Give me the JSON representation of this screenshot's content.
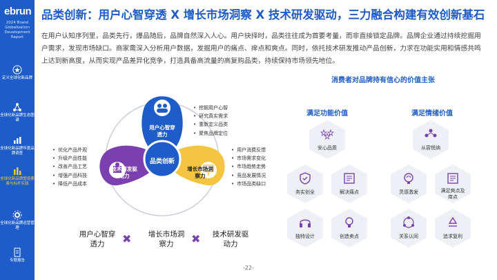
{
  "sidebar": {
    "logo": "ebrun",
    "report_subtitle": "2024 Brand Globalization Development Report",
    "items": [
      {
        "label": "定义全球化新品牌"
      },
      {
        "label": "全球化新品牌生态图谱"
      },
      {
        "label": "全球化新品牌年度品牌调查"
      },
      {
        "label": "全球化新品牌塑造要素与标杆实践"
      },
      {
        "label": "全球化新品牌运营管理"
      },
      {
        "label": "专题报告"
      }
    ]
  },
  "header": {
    "title": "品类创新：用户心智穿透 X 增长市场洞察 X 技术研发驱动，三力融合构建有效创新基石"
  },
  "intro": "在用户认知序列里，品类先行，爆品随后，品牌自然深入人心。用户抉择时，品类往往成为首要考量，而非直接锁定品牌。品牌企业通过持续挖掘用户需求，发现市场缺口。商家需深入分析用户数据，发掘用户的痛点、痒点和爽点。同时，依托技术研发推动产品创新，力求在功能实用和情感共鸣上达到新高度，从而实现产品差异化竞争，打造具备高流量的高复购品类，持续保持市场领先地位。",
  "diagram": {
    "center": "品类创新",
    "top": {
      "label": "用户心智穿透力",
      "points": [
        "挖掘用户心智",
        "研究真实需求",
        "重新定义品类",
        "聚焦品牌定位"
      ]
    },
    "left": {
      "label": "技术研发驱动力",
      "points": [
        "优化产品外观",
        "升级产品性能",
        "改善产品工艺",
        "增强产品科技",
        "降低产品成本"
      ]
    },
    "right": {
      "label": "增长市场洞察力",
      "points": [
        "用户消费反馈",
        "市场需求变化",
        "市场趋势走势",
        "竞品发展情况",
        "市场品类缺口"
      ]
    },
    "formula": {
      "a": "用户心智穿透力",
      "b": "增长市场洞察力",
      "c": "技术研发驱动力",
      "op": "✖"
    }
  },
  "consumer": {
    "title": "消费者对品牌持有信心的价值主张",
    "functional": {
      "label": "满足功能价值",
      "items": [
        "安心品质",
        "务实创全",
        "解决痛点",
        "独特设计",
        "创造卖点"
      ]
    },
    "emotional": {
      "label": "满足情绪价值",
      "items": [
        "从容悦纳",
        "灵感激发",
        "满足爽点及痒点",
        "关系认同",
        "追求复利"
      ]
    }
  },
  "page_number": "-22-",
  "colors": {
    "brand_blue": "#1d5cc9",
    "yellow": "#f5c542",
    "purple": "#7b3fb0",
    "hex_fill": "#eef0f5"
  }
}
